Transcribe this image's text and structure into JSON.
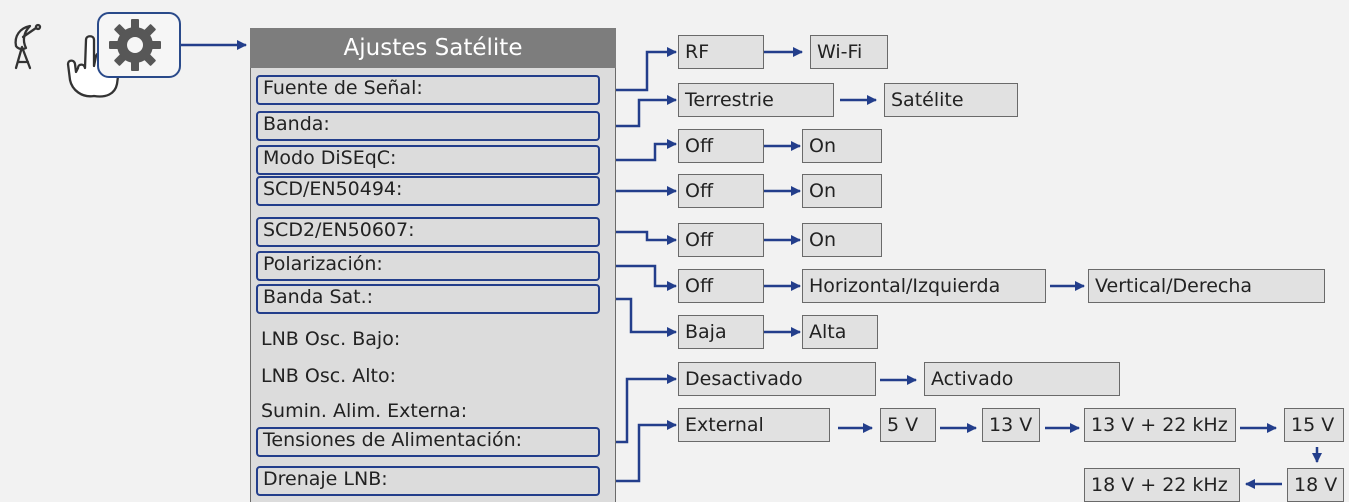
{
  "header": {
    "satellite_icon": "satellite-dish-icon",
    "touch_icon": "hand-pointer-icon",
    "settings_icon": "gear-icon"
  },
  "menu": {
    "title": "Ajustes Satélite",
    "items": [
      {
        "label": "Fuente de Señal:"
      },
      {
        "label": "Banda:"
      },
      {
        "label": "Modo DiSEqC:"
      },
      {
        "label": "SCD/EN50494:"
      },
      {
        "label": "SCD2/EN50607:"
      },
      {
        "label": "Polarización:"
      },
      {
        "label": "Banda Sat.:"
      },
      {
        "label": "LNB Osc. Bajo:"
      },
      {
        "label": "LNB Osc. Alto:"
      },
      {
        "label": "Sumin. Alim. Externa:"
      },
      {
        "label": "Tensiones de Alimentación:"
      },
      {
        "label": "Drenaje LNB:"
      }
    ]
  },
  "options": {
    "signal_source": [
      "RF",
      "Wi-Fi"
    ],
    "band": [
      "Terrestrie",
      "Satélite"
    ],
    "diseqc": [
      "Off",
      "On"
    ],
    "scd": [
      "Off",
      "On"
    ],
    "scd2": [
      "Off",
      "On"
    ],
    "polarization": [
      "Off",
      "Horizontal/Izquierda",
      "Vertical/Derecha"
    ],
    "sat_band": [
      "Baja",
      "Alta"
    ],
    "supply_voltages": [
      "Desactivado",
      "Activado"
    ],
    "lnb_drain": [
      "External",
      "5 V",
      "13 V",
      "13 V + 22 kHz",
      "15 V",
      "18 V",
      "18 V + 22 kHz"
    ]
  },
  "colors": {
    "accent": "#233e8b",
    "panel_header": "#7d7d7d",
    "panel_body": "#dcdcdc",
    "option_box": "#e1e1e1",
    "background": "#f2f2f2"
  }
}
